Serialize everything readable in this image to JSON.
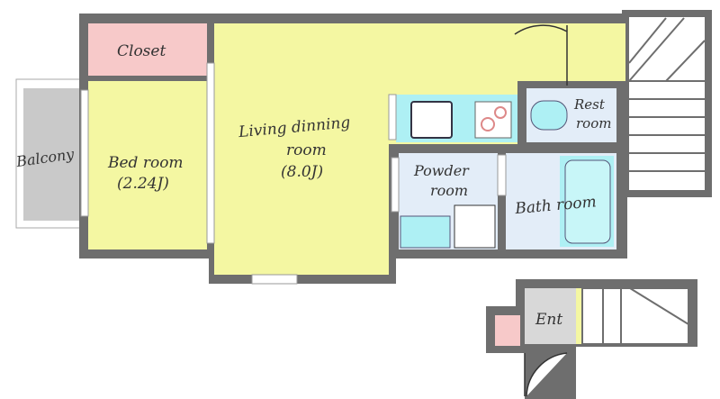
{
  "rooms": {
    "closet": "Closet",
    "balcony": "Balcony",
    "bedroom": {
      "name": "Bed room",
      "size": "(2.24J)"
    },
    "living": {
      "line1": "Living dinning",
      "line2": "room",
      "size": "(8.0J)"
    },
    "restroom": {
      "line1": "Rest",
      "line2": "room"
    },
    "powder": {
      "line1": "Powder",
      "line2": "room"
    },
    "bath": "Bath room",
    "entrance": "Ent"
  },
  "colors": {
    "wall": "#6e6e6e",
    "living": "#f4f7a2",
    "closet": "#f7c9c9",
    "wet": "#e3edf8",
    "fixture": "#aef0f4",
    "balcony": "#c9c9c9",
    "entrance": "#d8d8d8"
  }
}
